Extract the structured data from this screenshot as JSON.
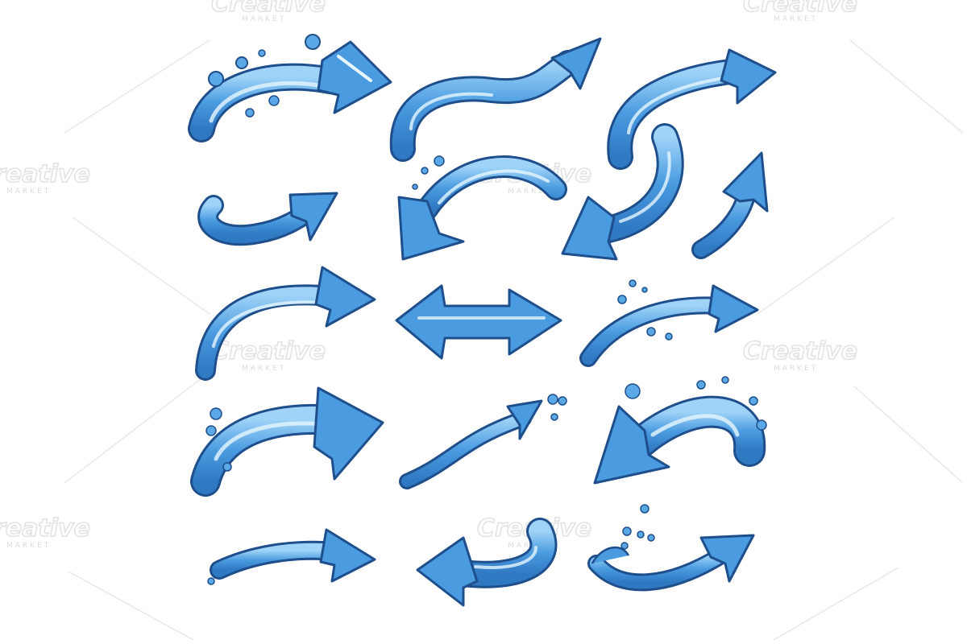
{
  "image": {
    "description_kind": "clipart sheet",
    "background_color": "#ffffff"
  },
  "palette": {
    "outline": "#1e4f8c",
    "body": "#4a9be0",
    "light": "#8cc8f5",
    "highlight": "#e6f6ff",
    "shadow": "#2f78c2",
    "watermark_line": "#e6e6e6"
  },
  "watermark": {
    "logo": "Creative",
    "sub": "MARKET"
  },
  "arrows": [
    {
      "id": "arrow-r1c1",
      "row": 1,
      "col": 1,
      "direction": "right",
      "style": "splash"
    },
    {
      "id": "arrow-r1c2",
      "row": 1,
      "col": 2,
      "direction": "up-right",
      "style": "wavy"
    },
    {
      "id": "arrow-r1c3",
      "row": 1,
      "col": 3,
      "direction": "right",
      "style": "curved"
    },
    {
      "id": "arrow-r2c1",
      "row": 2,
      "col": 1,
      "direction": "right",
      "style": "u-turn"
    },
    {
      "id": "arrow-r2c2",
      "row": 2,
      "col": 2,
      "direction": "down-left",
      "style": "curved"
    },
    {
      "id": "arrow-r2c3",
      "row": 2,
      "col": 3,
      "direction": "down-left",
      "style": "curved"
    },
    {
      "id": "arrow-r2c4",
      "row": 2,
      "col": 4,
      "direction": "up",
      "style": "curved"
    },
    {
      "id": "arrow-r3c1",
      "row": 3,
      "col": 1,
      "direction": "right",
      "style": "curved"
    },
    {
      "id": "arrow-r3c2",
      "row": 3,
      "col": 2,
      "direction": "left-right",
      "style": "double"
    },
    {
      "id": "arrow-r3c3",
      "row": 3,
      "col": 3,
      "direction": "right",
      "style": "drops"
    },
    {
      "id": "arrow-r4c1",
      "row": 4,
      "col": 1,
      "direction": "right",
      "style": "splash"
    },
    {
      "id": "arrow-r4c2",
      "row": 4,
      "col": 2,
      "direction": "up-right",
      "style": "drops"
    },
    {
      "id": "arrow-r4c3",
      "row": 4,
      "col": 3,
      "direction": "left",
      "style": "splash"
    },
    {
      "id": "arrow-r5c1",
      "row": 5,
      "col": 1,
      "direction": "right",
      "style": "curved"
    },
    {
      "id": "arrow-r5c2",
      "row": 5,
      "col": 2,
      "direction": "left",
      "style": "curved"
    },
    {
      "id": "arrow-r5c3",
      "row": 5,
      "col": 3,
      "direction": "right",
      "style": "splash"
    }
  ]
}
